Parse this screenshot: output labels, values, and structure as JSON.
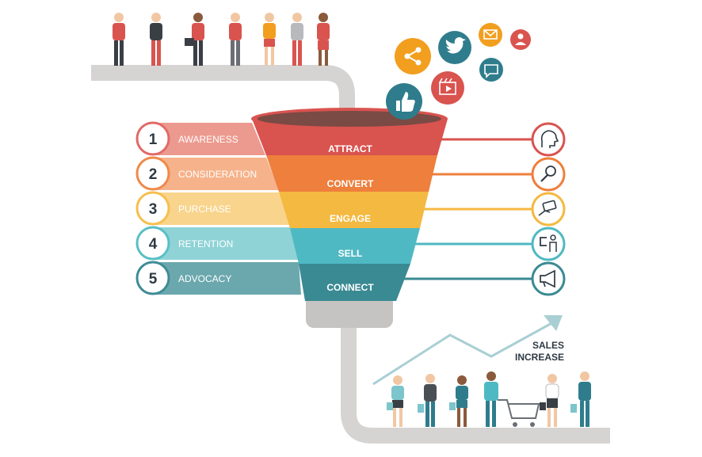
{
  "stages": [
    {
      "number": "1",
      "label": "AWARENESS",
      "color": "#e06b68",
      "light": "#ec9a8f"
    },
    {
      "number": "2",
      "label": "CONSIDERATION",
      "color": "#ef8a4a",
      "light": "#f6b28a"
    },
    {
      "number": "3",
      "label": "PURCHASE",
      "color": "#f6bf50",
      "light": "#f9d48c"
    },
    {
      "number": "4",
      "label": "RETENTION",
      "color": "#59bfc6",
      "light": "#8fd3d6"
    },
    {
      "number": "5",
      "label": "ADVOCACY",
      "color": "#3f8c95",
      "light": "#6ba8ae"
    }
  ],
  "funnel": [
    {
      "label": "ATTRACT",
      "color": "#d9534f"
    },
    {
      "label": "CONVERT",
      "color": "#ee7f3c"
    },
    {
      "label": "ENGAGE",
      "color": "#f4b940"
    },
    {
      "label": "SELL",
      "color": "#4fb9c3"
    },
    {
      "label": "CONNECT",
      "color": "#3a8a93"
    }
  ],
  "right_icons": [
    {
      "icon": "idea-head-icon",
      "color": "#d9534f"
    },
    {
      "icon": "magnifier-icon",
      "color": "#ee7f3c"
    },
    {
      "icon": "card-payment-icon",
      "color": "#f4b940"
    },
    {
      "icon": "customer-retention-icon",
      "color": "#4fb9c3"
    },
    {
      "icon": "megaphone-icon",
      "color": "#3a8a93"
    }
  ],
  "social_icons": [
    {
      "icon": "share-icon",
      "color": "#f29e1f"
    },
    {
      "icon": "twitter-bird-icon",
      "color": "#2f7d8c"
    },
    {
      "icon": "mail-icon",
      "color": "#f29e1f"
    },
    {
      "icon": "user-icon",
      "color": "#d9534f"
    },
    {
      "icon": "video-icon",
      "color": "#d9534f"
    },
    {
      "icon": "chat-icon",
      "color": "#2f7d8c"
    },
    {
      "icon": "thumbs-up-icon",
      "color": "#2f7d8c"
    }
  ],
  "sales": {
    "line1": "SALES",
    "line2": "INCREASE"
  },
  "colors": {
    "pipe": "#d6d4d2",
    "funnel_top": "#7a4a44",
    "funnel_neck": "#c6c4c2",
    "dark_text": "#2e3a44"
  }
}
